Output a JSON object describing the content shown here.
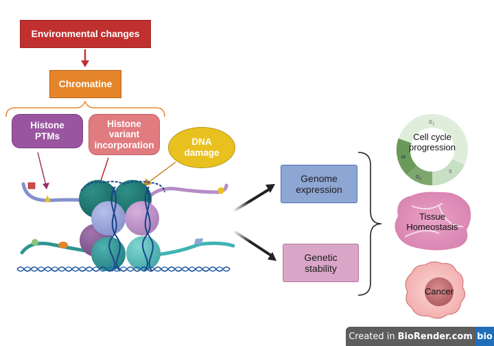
{
  "nodes": {
    "environmental_changes": "Environmental changes",
    "chromatine": "Chromatine",
    "histone_ptms": [
      "Histone",
      "PTMs"
    ],
    "histone_variant": [
      "Histone",
      "variant",
      "incorporation"
    ],
    "dna_damage": [
      "DNA",
      "damage"
    ],
    "genome_expression": [
      "Genome",
      "expression"
    ],
    "genetic_stability": [
      "Genetic",
      "stability"
    ]
  },
  "outcomes": {
    "cell_cycle": {
      "label": [
        "Cell cycle",
        "progression"
      ],
      "phases": [
        "G1",
        "S",
        "G2",
        "M"
      ],
      "phase_labels": {
        "g1": "G",
        "g1_sub": "1",
        "s": "S",
        "g2": "G",
        "g2_sub": "2",
        "m": "M"
      }
    },
    "tissue": {
      "label": [
        "Tissue",
        "Homeostasis"
      ]
    },
    "cancer": {
      "label": "Cancer"
    }
  },
  "footer": {
    "created_prefix": "Created in",
    "brand": "BioRender.com",
    "logo": "bio"
  },
  "colors": {
    "env": "#c0302f",
    "chromatine": "#e5852a",
    "ptm": "#9a55a0",
    "variant": "#e07b7f",
    "dna_damage": "#e8c11f",
    "genome": "#8ea6d4",
    "stability": "#d9a6c8"
  }
}
